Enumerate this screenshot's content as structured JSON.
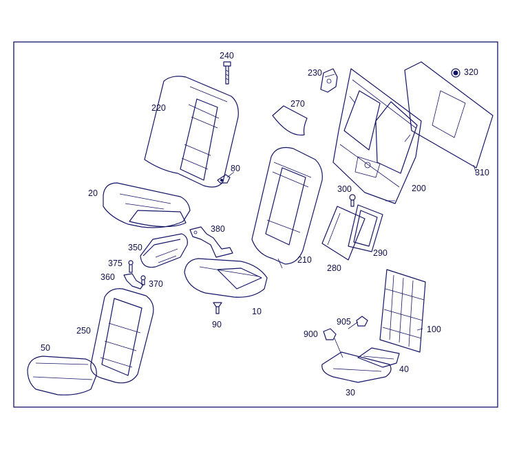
{
  "diagram": {
    "accent_color": "#141466",
    "callouts": [
      {
        "id": "240",
        "label": "240"
      },
      {
        "id": "230",
        "label": "230"
      },
      {
        "id": "320",
        "label": "320"
      },
      {
        "id": "220",
        "label": "220"
      },
      {
        "id": "270",
        "label": "270"
      },
      {
        "id": "80",
        "label": "80"
      },
      {
        "id": "20",
        "label": "20"
      },
      {
        "id": "300",
        "label": "300"
      },
      {
        "id": "200",
        "label": "200"
      },
      {
        "id": "310",
        "label": "310"
      },
      {
        "id": "380",
        "label": "380"
      },
      {
        "id": "350",
        "label": "350"
      },
      {
        "id": "210",
        "label": "210"
      },
      {
        "id": "290",
        "label": "290"
      },
      {
        "id": "280",
        "label": "280"
      },
      {
        "id": "375",
        "label": "375"
      },
      {
        "id": "360",
        "label": "360"
      },
      {
        "id": "370",
        "label": "370"
      },
      {
        "id": "10",
        "label": "10"
      },
      {
        "id": "90",
        "label": "90"
      },
      {
        "id": "905",
        "label": "905"
      },
      {
        "id": "100",
        "label": "100"
      },
      {
        "id": "900",
        "label": "900"
      },
      {
        "id": "250",
        "label": "250"
      },
      {
        "id": "50",
        "label": "50"
      },
      {
        "id": "40",
        "label": "40"
      },
      {
        "id": "30",
        "label": "30"
      }
    ]
  }
}
